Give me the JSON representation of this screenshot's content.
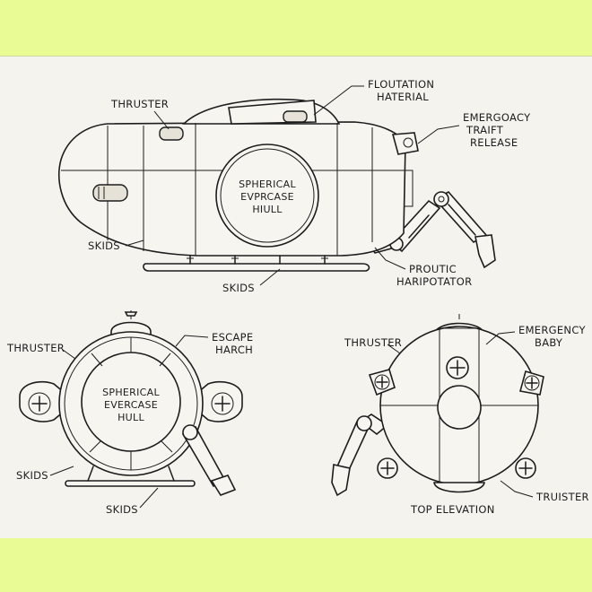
{
  "side_view": {
    "hull_label": [
      "SPHERICAL",
      "EVPRCASE",
      "HIULL"
    ],
    "labels": {
      "thruster": "THRUSTER",
      "floatation_1": "FLOUTATION",
      "floatation_2": "HATERIAL",
      "emergency_1": "EMERGOACY",
      "emergency_2": "TRAIFT",
      "emergency_3": "RELEASE",
      "skids_left": "SKIDS",
      "skids_bottom": "SKIDS",
      "manipulator_1": "PROUTIC",
      "manipulator_2": "HARIPOTATOR"
    }
  },
  "front_view": {
    "hull_label": [
      "SPHERICAL",
      "EVERCASE",
      "HULL"
    ],
    "labels": {
      "thruster": "THRUSTER",
      "escape_1": "ESCAPE",
      "escape_2": "HARCH",
      "skids_left": "SKIDS",
      "skids_bottom": "SKIDS"
    }
  },
  "top_view": {
    "labels": {
      "thruster": "THRUSTER",
      "emergency_1": "EMERGENCY",
      "emergency_2": "BABY",
      "truister": "TRUISTER",
      "caption": "TOP ELEVATION"
    }
  }
}
